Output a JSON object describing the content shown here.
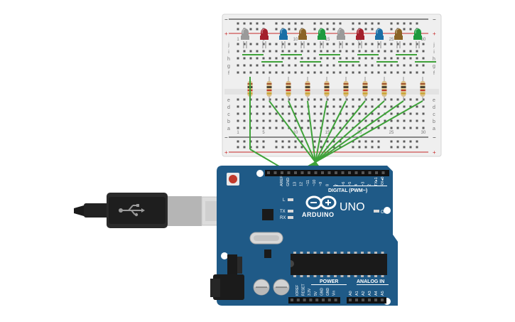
{
  "breadboard": {
    "rail_plus": "+",
    "rail_minus": "−",
    "row_letters_top": [
      "j",
      "i",
      "h",
      "g",
      "f"
    ],
    "row_letters_bottom": [
      "e",
      "d",
      "c",
      "b",
      "a"
    ],
    "column_numbers": [
      "1",
      "",
      "",
      "",
      "5",
      "",
      "",
      "",
      "",
      "10",
      "",
      "",
      "",
      "",
      "15",
      "",
      "",
      "",
      "",
      "20",
      "",
      "",
      "",
      "",
      "25",
      "",
      "",
      "",
      "",
      "30"
    ],
    "column_numbers_bottom": [
      "1",
      "",
      "",
      "",
      "5",
      "",
      "",
      "",
      "",
      "10",
      "",
      "",
      "",
      "",
      "15",
      "",
      "",
      "",
      "",
      "20",
      "",
      "",
      "",
      "",
      "25",
      "",
      "",
      "",
      "",
      "30"
    ]
  },
  "leds": [
    {
      "color_name": "gray",
      "hex": "#9a9a9a"
    },
    {
      "color_name": "red",
      "hex": "#a4202c"
    },
    {
      "color_name": "blue",
      "hex": "#1b6fa6"
    },
    {
      "color_name": "brown",
      "hex": "#8a6326"
    },
    {
      "color_name": "green",
      "hex": "#1f9a3e"
    },
    {
      "color_name": "gray",
      "hex": "#9a9a9a"
    },
    {
      "color_name": "red",
      "hex": "#a4202c"
    },
    {
      "color_name": "blue",
      "hex": "#1b6fa6"
    },
    {
      "color_name": "brown",
      "hex": "#8a6326"
    },
    {
      "color_name": "green",
      "hex": "#1f9a3e"
    }
  ],
  "wire_color": "#3fa23a",
  "arduino": {
    "board_color": "#1f5a87",
    "model": "UNO",
    "brand": "ARDUINO",
    "digital_label": "DIGITAL (PWM~)",
    "pin_labels_digital": [
      "AREF",
      "GND",
      "13",
      "12",
      "~11",
      "~10",
      "~9",
      "8",
      "7",
      "~6",
      "~5",
      "4",
      "~3",
      "2",
      "TX▸1",
      "RX◂0"
    ],
    "led_labels": [
      "L",
      "TX",
      "RX"
    ],
    "on_label": "ON",
    "power_label": "POWER",
    "power_pins": [
      "IOREF",
      "RESET",
      "3.3V",
      "5V",
      "GND",
      "GND",
      "Vin"
    ],
    "analog_label": "ANALOG IN",
    "analog_pins": [
      "A0",
      "A1",
      "A2",
      "A3",
      "A4",
      "A5"
    ]
  },
  "usb_cable": {
    "icon": "usb-icon"
  }
}
